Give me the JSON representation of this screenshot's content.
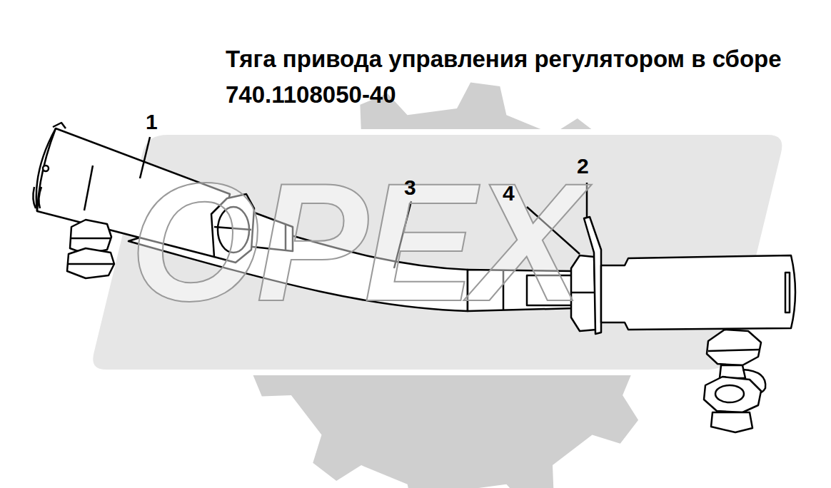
{
  "diagram": {
    "title": "Тяга привода управления регулятором в сборе 740.1108050-40",
    "labels": [
      "1",
      "2",
      "3",
      "4",
      "OPEX"
    ]
  }
}
